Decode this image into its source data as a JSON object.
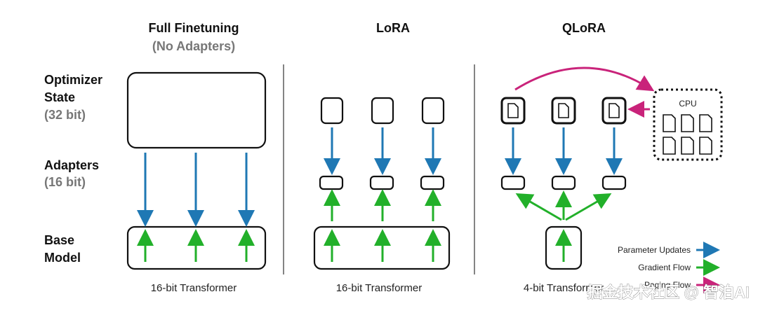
{
  "columns": [
    {
      "title": "Full Finetuning",
      "subtitle": "(No Adapters)",
      "footer": "16-bit Transformer"
    },
    {
      "title": "LoRA",
      "subtitle": "",
      "footer": "16-bit Transformer"
    },
    {
      "title": "QLoRA",
      "subtitle": "",
      "footer": "4-bit Transformer"
    }
  ],
  "rows": {
    "optimizer": {
      "line1": "Optimizer",
      "line2": "State",
      "bits": "(32 bit)"
    },
    "adapters": {
      "line1": "Adapters",
      "bits": "(16 bit)"
    },
    "base": {
      "line1": "Base",
      "line2": "Model"
    }
  },
  "cpu": {
    "label": "CPU"
  },
  "legend": {
    "items": [
      {
        "label": "Parameter Updates",
        "color": "#1f78b4"
      },
      {
        "label": "Gradient Flow",
        "color": "#22b02a"
      },
      {
        "label": "Paging Flow",
        "color": "#c9237a"
      }
    ]
  },
  "watermark": "掘金技术社区 @ 智泊AI",
  "colors": {
    "blue": "#1f78b4",
    "green": "#22b02a",
    "pink": "#c9237a"
  }
}
